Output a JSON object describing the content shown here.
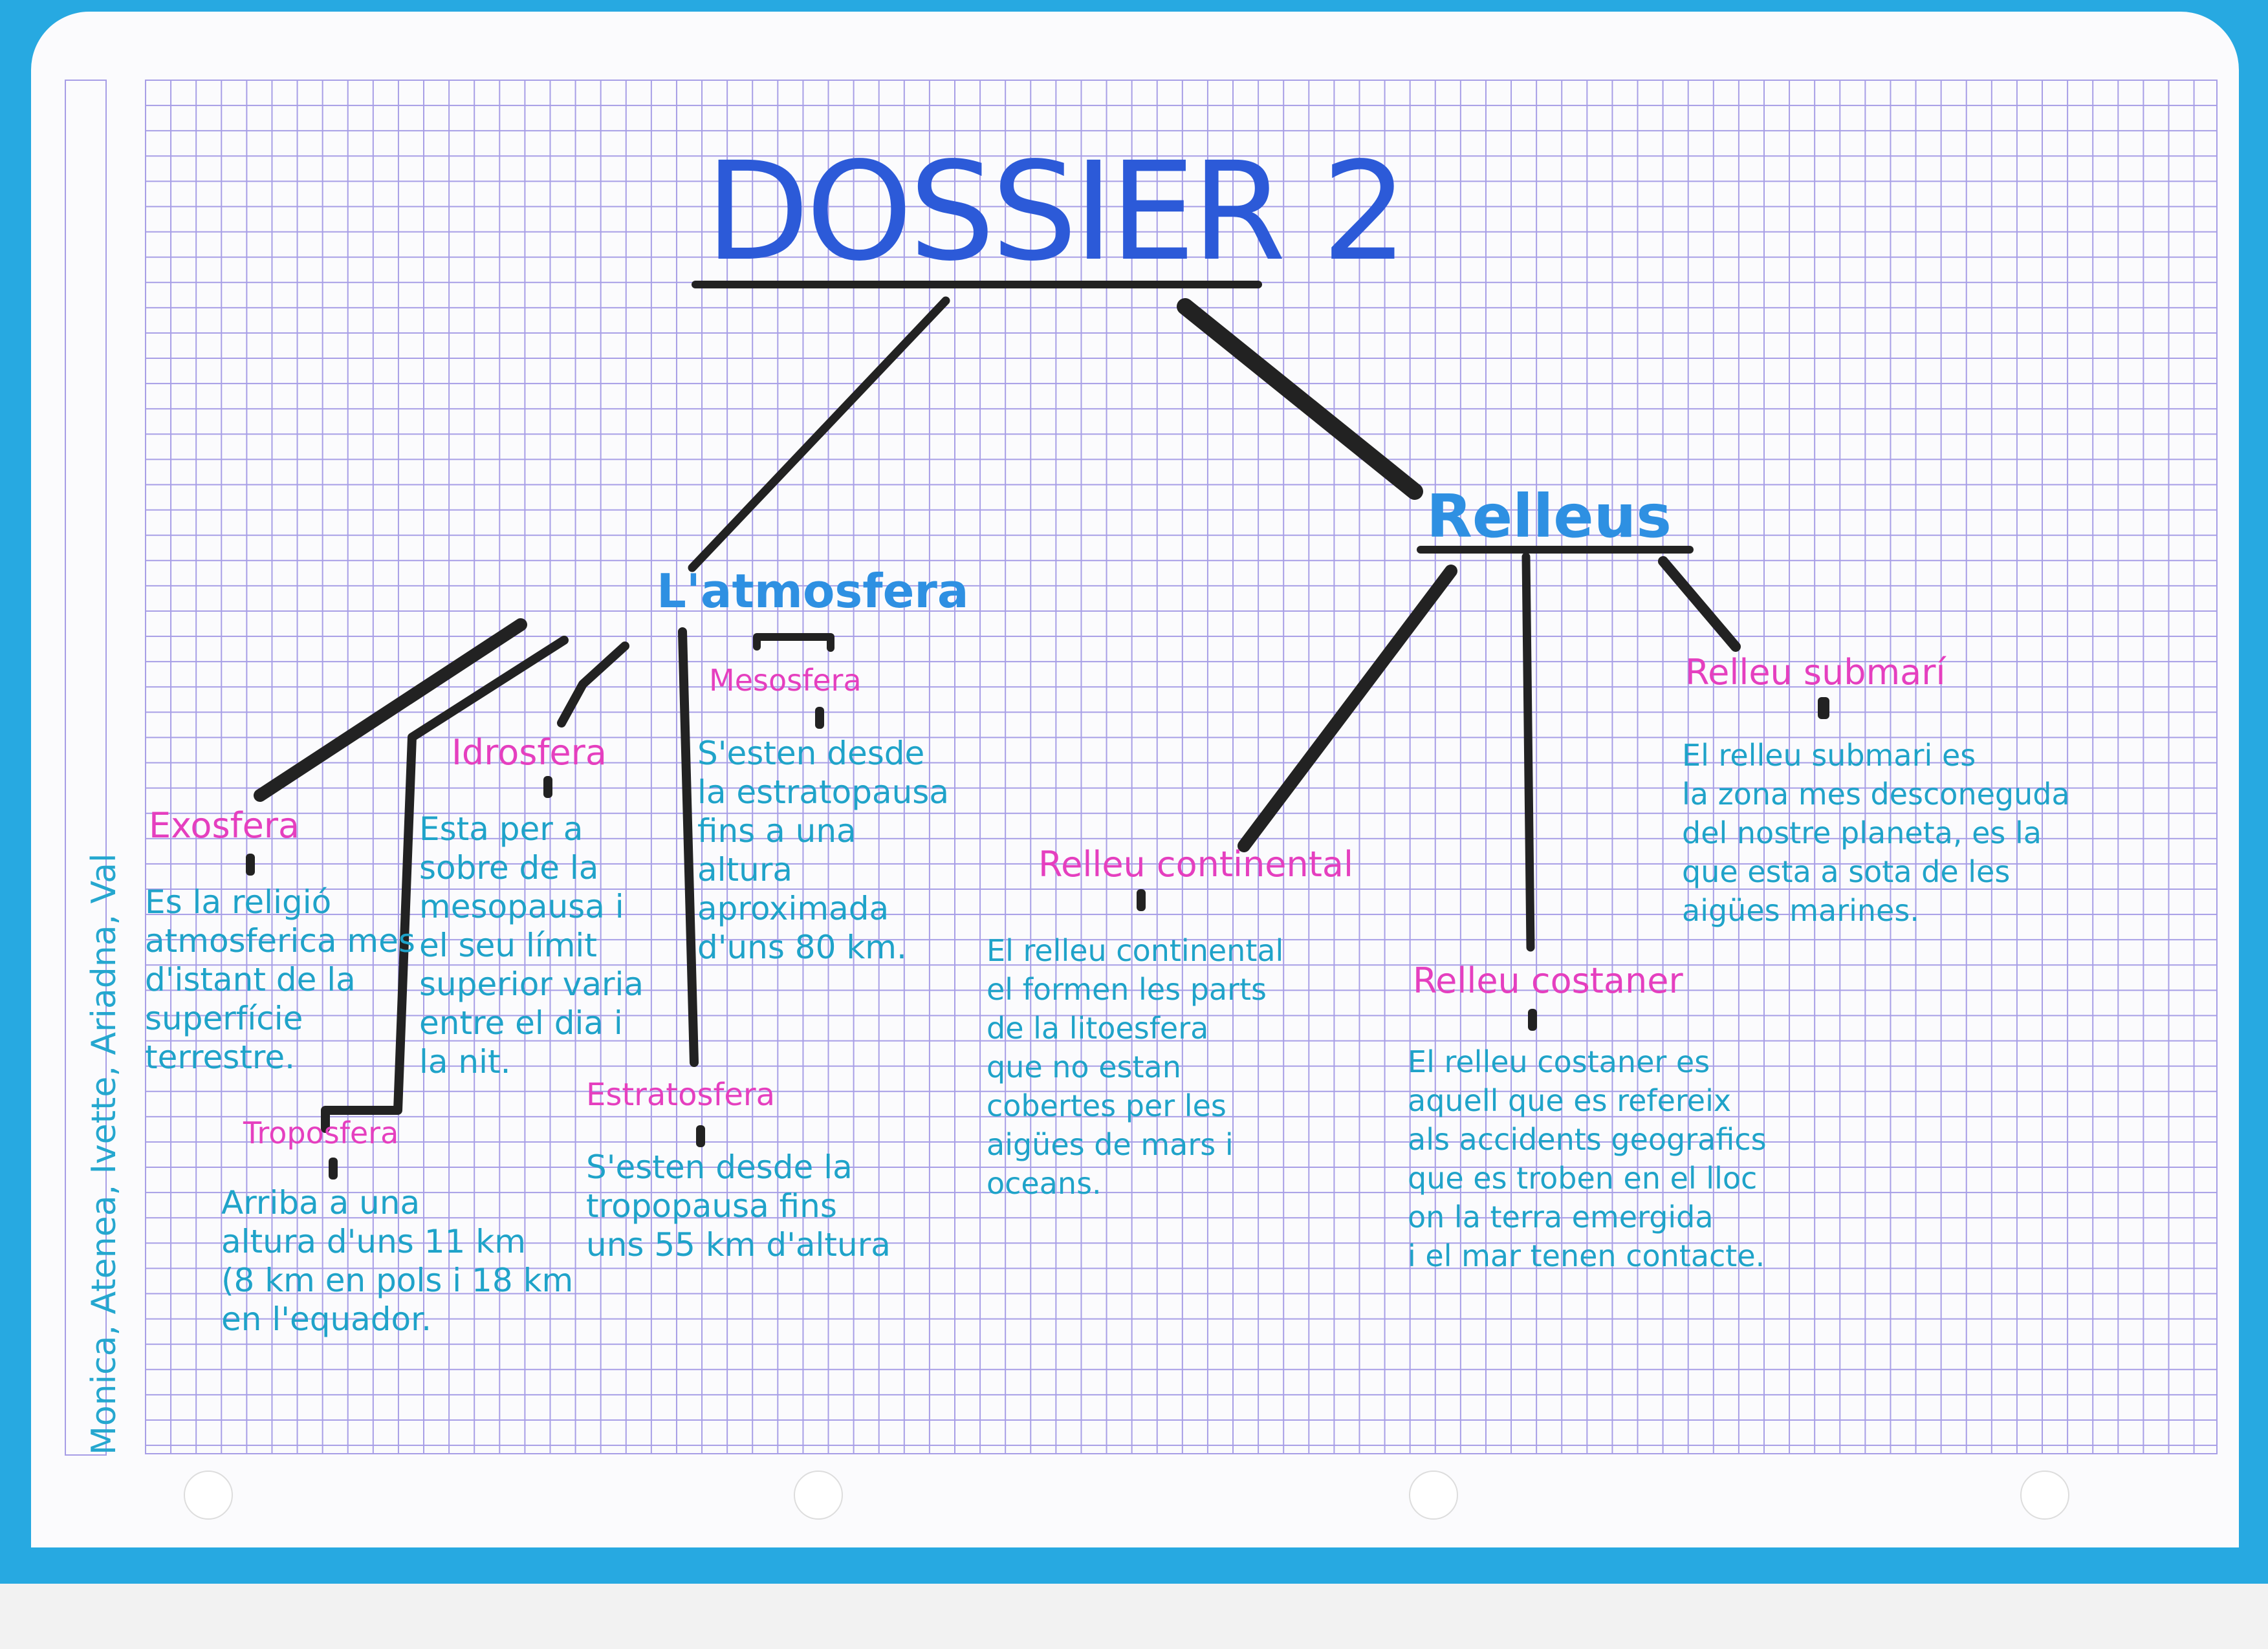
{
  "title": "DOSSIER 2",
  "authors": "Monica, Atenea, Ivette, Ariadna, Val",
  "colors": {
    "background": "#27a9e1",
    "grid": "#a79ee6",
    "title": "#2c5ad8",
    "node": "#2e90e2",
    "label": "#e53fbf",
    "text": "#1fa3c9",
    "connector": "#222222"
  },
  "branches": {
    "atmosfera": {
      "title": "L'atmosfera",
      "exosfera": {
        "label": "Exosfera",
        "lines": [
          "Es la religió",
          "atmosferica mes",
          "d'istant de la",
          "superfície",
          "terrestre."
        ]
      },
      "idrosfera": {
        "label": "Idrosfera",
        "lines": [
          "Esta per a",
          "sobre de la",
          "mesopausa i",
          "el seu límit",
          "superior varia",
          "entre el dia i",
          "la nit."
        ]
      },
      "mesosfera": {
        "label": "Mesosfera",
        "lines": [
          "S'esten desde",
          "la estratopausa",
          "fins a una",
          "altura",
          "aproximada",
          "d'uns 80 km."
        ]
      },
      "troposfera": {
        "label": "Troposfera",
        "lines": [
          "Arriba a una",
          "altura d'uns 11 km",
          "(8 km en pols i 18 km",
          "en l'equador."
        ]
      },
      "estratosfera": {
        "label": "Estratosfera",
        "lines": [
          "S'esten desde la",
          "tropopausa fins",
          "uns 55 km d'altura"
        ]
      }
    },
    "relleus": {
      "title": "Relleus",
      "continental": {
        "label": "Relleu continental",
        "lines": [
          "El relleu continental",
          "el formen les parts",
          "de la litoesfera",
          "que no estan",
          "cobertes per les",
          "aigües de mars i",
          "oceans."
        ]
      },
      "costaner": {
        "label": "Relleu costaner",
        "lines": [
          "El relleu costaner es",
          "aquell que es refereix",
          "als accidents geografics",
          "que es troben en el lloc",
          "on la terra emergida",
          "i el mar tenen contacte."
        ]
      },
      "submari": {
        "label": "Relleu submarí",
        "lines": [
          "El relleu submari es",
          "la zona mes desconeguda",
          "del nostre planeta, es la",
          "que esta a sota de les",
          "aigües marines."
        ]
      }
    }
  }
}
